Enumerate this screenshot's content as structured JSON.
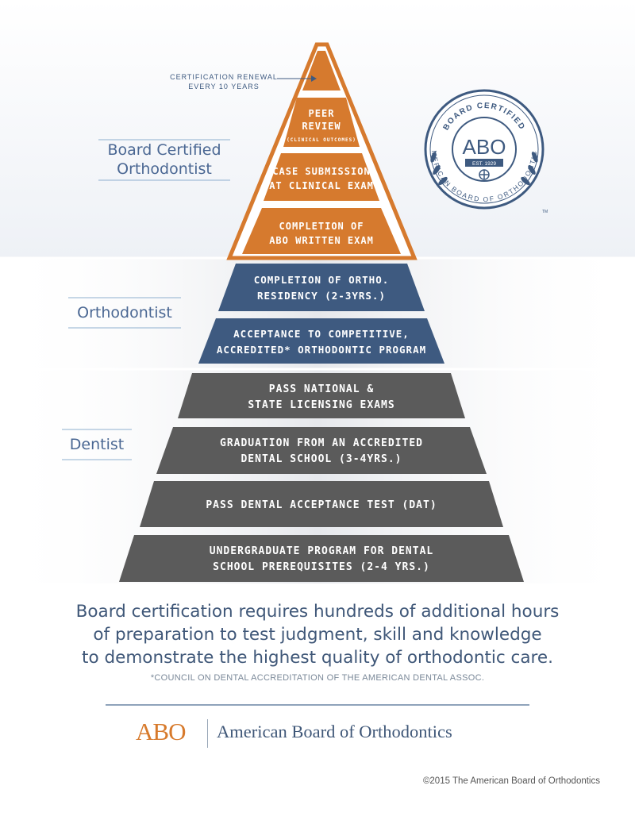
{
  "renewal_note": [
    "CERTIFICATION RENEWAL",
    "EVERY 10 YEARS"
  ],
  "sections": [
    {
      "label": [
        "Board Certified",
        "Orthodontist"
      ],
      "color": "#4a6793"
    },
    {
      "label": [
        "Orthodontist"
      ],
      "color": "#4a6793"
    },
    {
      "label": [
        "Dentist"
      ],
      "color": "#4a6793"
    }
  ],
  "levels": [
    {
      "lines": [
        "PEER",
        "REVIEW"
      ],
      "sub": "(CLINICAL OUTCOMES)",
      "group": "board"
    },
    {
      "lines": [
        "CASE SUBMISSION",
        "AT CLINICAL EXAM"
      ],
      "group": "board"
    },
    {
      "lines": [
        "COMPLETION OF",
        "ABO WRITTEN EXAM"
      ],
      "group": "board"
    },
    {
      "lines": [
        "COMPLETION OF ORTHO.",
        "RESIDENCY (2-3YRS.)"
      ],
      "group": "ortho"
    },
    {
      "lines": [
        "ACCEPTANCE TO COMPETITIVE,",
        "ACCREDITED* ORTHODONTIC PROGRAM"
      ],
      "group": "ortho"
    },
    {
      "lines": [
        "PASS NATIONAL &",
        "STATE LICENSING EXAMS"
      ],
      "group": "dentist"
    },
    {
      "lines": [
        "GRADUATION FROM AN ACCREDITED",
        "DENTAL SCHOOL (3-4YRS.)"
      ],
      "group": "dentist"
    },
    {
      "lines": [
        "PASS DENTAL ACCEPTANCE TEST (DAT)"
      ],
      "group": "dentist"
    },
    {
      "lines": [
        "UNDERGRADUATE PROGRAM FOR DENTAL",
        "SCHOOL PREREQUISITES (2-4 YRS.)"
      ],
      "group": "dentist"
    }
  ],
  "colors": {
    "board": "#d67a2e",
    "ortho": "#3e5a80",
    "dentist": "#5b5b5b",
    "text_blue": "#4a6793"
  },
  "seal": {
    "top_text": "BOARD CERTIFIED",
    "bottom_text": "AMERICAN BOARD OF ORTHODONTICS",
    "center": "ABO",
    "est": "EST. 1929",
    "tm": "TM"
  },
  "description": [
    "Board certification requires hundreds of additional hours",
    "of preparation to test judgment, skill and knowledge",
    "to demonstrate the highest quality of orthodontic care."
  ],
  "footnote": "*COUNCIL ON DENTAL ACCREDITATION OF THE AMERICAN DENTAL ASSOC.",
  "footer": {
    "logo": "ABO",
    "org": "American Board of Orthodontics",
    "copyright": "©2015 The American Board of Orthodontics"
  }
}
